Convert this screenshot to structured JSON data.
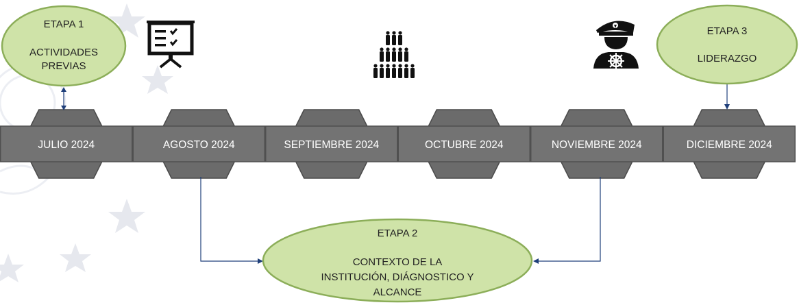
{
  "timeline": {
    "months": [
      {
        "label": "JULIO 2024"
      },
      {
        "label": "AGOSTO 2024"
      },
      {
        "label": "SEPTIEMBRE 2024"
      },
      {
        "label": "OCTUBRE 2024"
      },
      {
        "label": "NOVIEMBRE 2024"
      },
      {
        "label": "DICIEMBRE 2024"
      }
    ]
  },
  "stages": {
    "stage1": {
      "title": "ETAPA 1",
      "lines": [
        "ACTIVIDADES",
        "PREVIAS"
      ]
    },
    "stage2": {
      "title": "ETAPA 2",
      "lines": [
        "CONTEXTO DE LA",
        "INSTITUCIÓN, DIÁGNOSTICO Y",
        "ALCANCE"
      ]
    },
    "stage3": {
      "title": "ETAPA 3",
      "lines": [
        "LIDERAZGO"
      ]
    }
  },
  "icons": [
    "presentation-board-icon",
    "people-pyramid-icon",
    "ship-captain-icon"
  ],
  "colors": {
    "band": "#737373",
    "hexagon": "#6b6b6b",
    "stage_fill": "#cfe3a8",
    "stage_border": "#8cae59",
    "connector": "#1f3f7a"
  }
}
